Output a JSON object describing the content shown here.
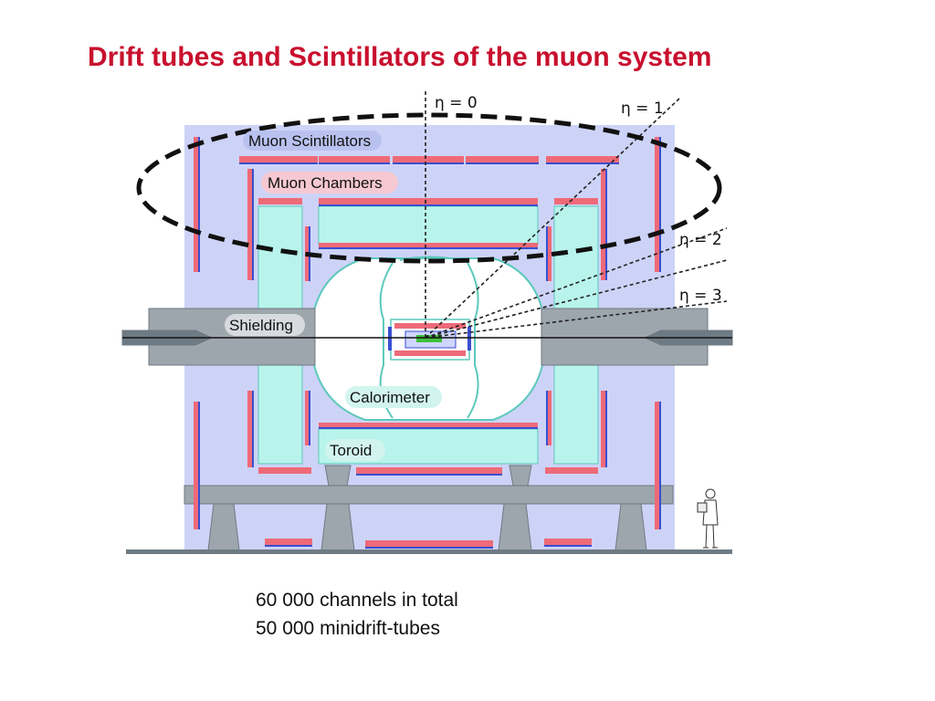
{
  "title": "Drift tubes and Scintillators of the muon system",
  "labels": {
    "scintillators": "Muon Scintillators",
    "chambers": "Muon Chambers",
    "shielding": "Shielding",
    "calorimeter": "Calorimeter",
    "toroid": "Toroid"
  },
  "eta_labels": [
    "η = 0",
    "η = 1",
    "η = 2",
    "η = 3"
  ],
  "stats": [
    "60 000 channels in total",
    "50 000 minidrift-tubes"
  ],
  "colors": {
    "title": "#c8102e",
    "background_panel": "#cdd3f7",
    "toroid": "#b8f4ec",
    "scintillator": "#ee6a78",
    "drift_tube": "#3a4ed0",
    "shielding": "#9ea6ad",
    "support": "#9ea6ad",
    "ellipse": "#111111"
  }
}
